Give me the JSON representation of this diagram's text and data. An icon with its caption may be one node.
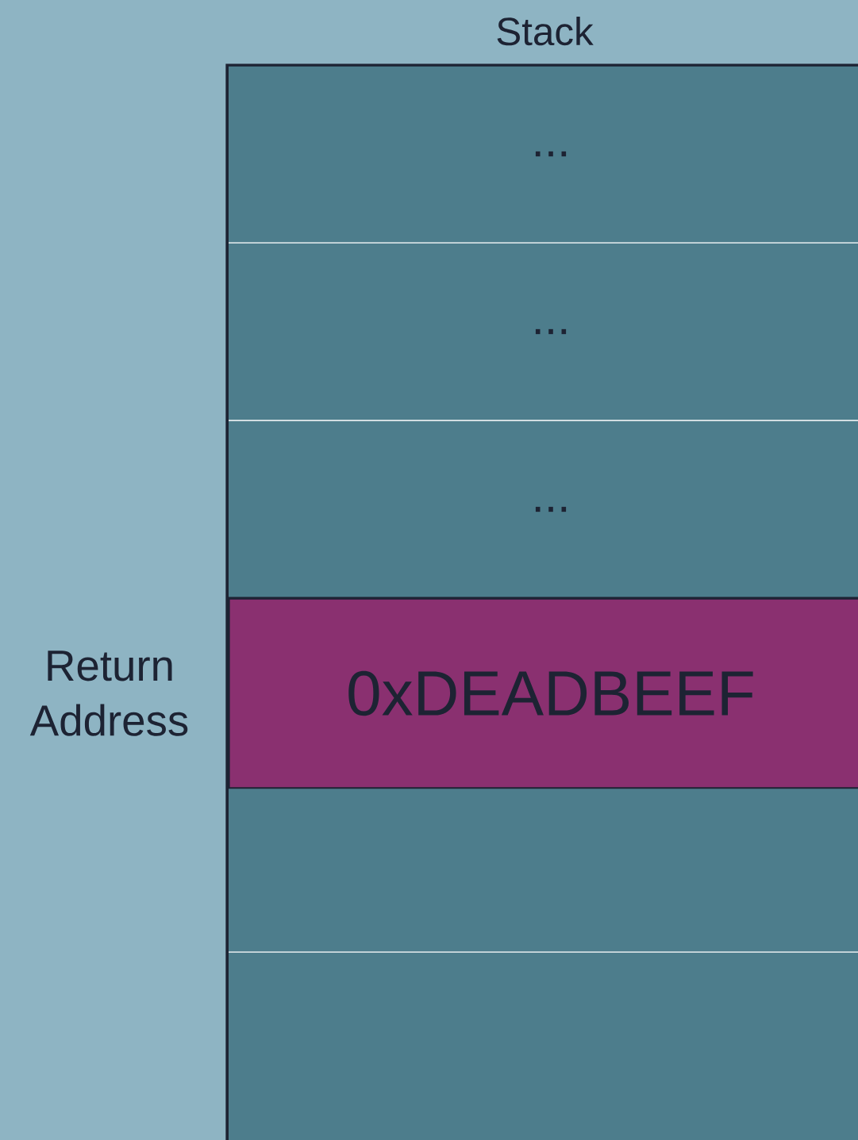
{
  "diagram": {
    "nodes": [
      {
        "text": [
          "Stack"
        ]
      },
      {
        "text": [
          "..."
        ],
        "in": 0
      },
      {
        "text": [
          "..."
        ],
        "in": 0
      },
      {
        "text": [
          "..."
        ],
        "in": 0
      },
      {
        "text": [
          "0xDEADBEEF"
        ],
        "in": 0,
        "beside": [
          "Return Address"
        ]
      },
      {
        "text": [],
        "shape": "box",
        "in": 0
      },
      {
        "text": [],
        "shape": "box",
        "in": 0
      }
    ]
  }
}
